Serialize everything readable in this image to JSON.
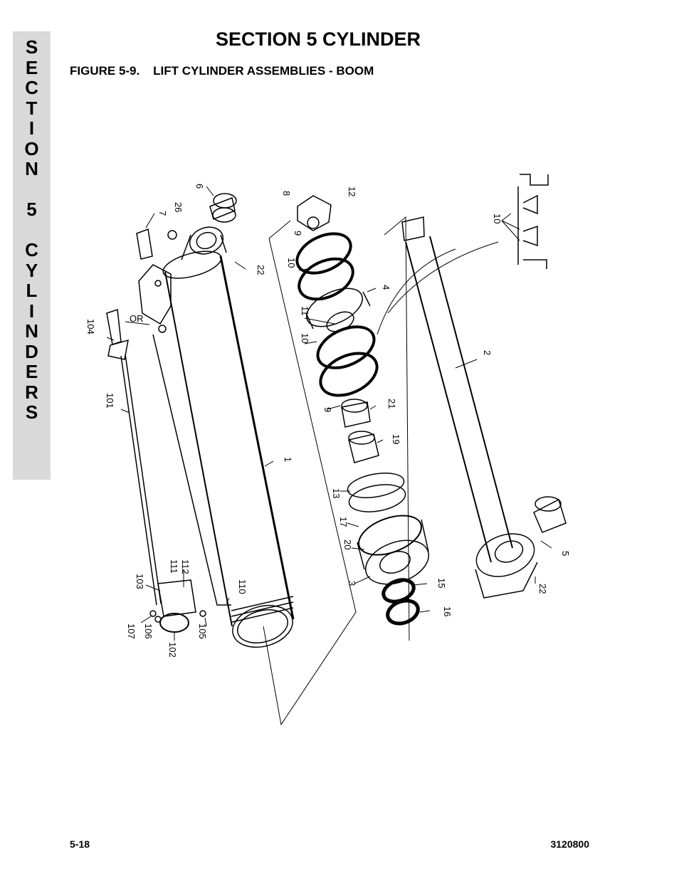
{
  "side_tab": {
    "letters": [
      "S",
      "E",
      "C",
      "T",
      "I",
      "O",
      "N",
      "",
      "5",
      "",
      "C",
      "Y",
      "L",
      "I",
      "N",
      "D",
      "E",
      "R",
      "S"
    ]
  },
  "header": {
    "title": "SECTION 5  CYLINDER",
    "figure_title": "FIGURE 5-9.    LIFT CYLINDER ASSEMBLIES - BOOM"
  },
  "figure": {
    "callouts": {
      "c6": "6",
      "c7": "7",
      "c26": "26",
      "c8": "8",
      "c12": "12",
      "c9a": "9",
      "c10a": "10",
      "c22a": "22",
      "c4": "4",
      "c11": "11",
      "c10b": "10",
      "c104": "104",
      "c_or": "OR",
      "c10c": "10",
      "c2": "2",
      "c9b": "9",
      "c21": "21",
      "c101": "101",
      "c19": "19",
      "c1": "1",
      "c13": "13",
      "c17": "17",
      "c20": "20",
      "c5": "5",
      "c3": "3",
      "c15": "15",
      "c22b": "22",
      "c16": "16",
      "c103": "103",
      "c111": "111",
      "c112": "112",
      "c110": "110",
      "c107": "107",
      "c106": "106",
      "c102": "102",
      "c105": "105"
    }
  },
  "footer": {
    "page_number": "5-18",
    "doc_number": "3120800"
  }
}
